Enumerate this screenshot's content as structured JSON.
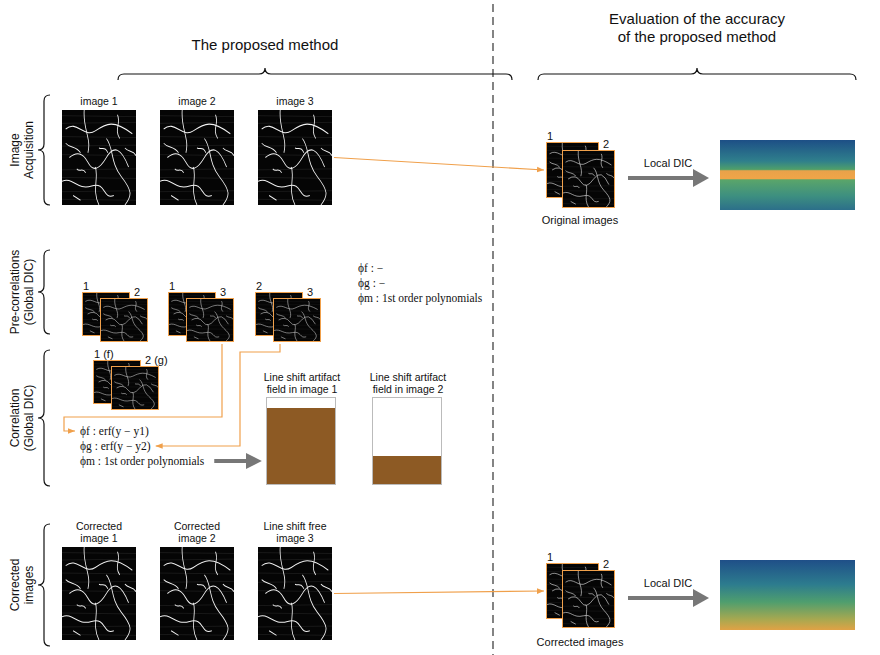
{
  "diagram": {
    "nodes": [
      {
        "text": [
          "image 1"
        ]
      },
      {
        "text": [
          "image 2"
        ]
      },
      {
        "text": [
          "image 3"
        ]
      },
      {
        "text": [
          "1"
        ]
      },
      {
        "text": [
          "2"
        ]
      },
      {
        "text": [
          "1"
        ]
      },
      {
        "text": [
          "3"
        ]
      },
      {
        "text": [
          "2"
        ]
      },
      {
        "text": [
          "3"
        ]
      },
      {
        "text": [
          "1 (f)"
        ]
      },
      {
        "text": [
          "2 (g)"
        ]
      },
      {
        "text": [
          "ϕf : erf(y − y1)"
        ]
      },
      {
        "text": [
          "ϕg : erf(y − y2)"
        ]
      },
      {
        "text": [
          "ϕm : 1st order polynomials"
        ]
      },
      {
        "text": [
          "Line shift artifact field in image 1"
        ]
      },
      {
        "text": [
          "Line shift artifact field in image 2"
        ]
      },
      {
        "text": [
          "Corrected image 1"
        ]
      },
      {
        "text": [
          "Corrected image 2"
        ]
      },
      {
        "text": [
          "Line shift free image 3"
        ]
      },
      {
        "text": [
          "1"
        ]
      },
      {
        "text": [
          "2"
        ]
      },
      {
        "text": [
          "1"
        ]
      },
      {
        "text": [
          "2"
        ]
      }
    ],
    "edges": [
      {
        "from": 2,
        "to": 19,
        "arrow": "to"
      },
      {
        "from": 6,
        "to": 11,
        "arrow": "to"
      },
      {
        "from": 8,
        "to": 12,
        "arrow": "to"
      },
      {
        "from": 13,
        "to": 14,
        "arrow": "to"
      },
      {
        "from": 18,
        "to": 21,
        "arrow": "to"
      }
    ],
    "labels": [
      "The proposed method",
      "Evaluation of the accuracy of the proposed method",
      "Image Acquisition",
      "Pre-correlations (Global DIC)",
      "Correlation (Global DIC)",
      "Corrected images",
      "ϕf : −",
      "ϕg : −",
      "ϕm : 1st order polynomials",
      "Local DIC",
      "Original images",
      "Local DIC",
      "Corrected images"
    ]
  }
}
